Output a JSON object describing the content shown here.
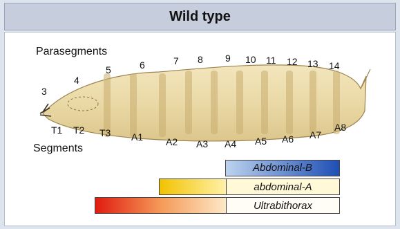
{
  "title": "Wild type",
  "labels": {
    "parasegments_heading": "Parasegments",
    "segments_heading": "Segments"
  },
  "parasegments": [
    "3",
    "4",
    "5",
    "6",
    "7",
    "8",
    "9",
    "10",
    "11",
    "12",
    "13",
    "14"
  ],
  "segments": [
    "T1",
    "T2",
    "T3",
    "A1",
    "A2",
    "A3",
    "A4",
    "A5",
    "A6",
    "A7",
    "A8"
  ],
  "genes": [
    {
      "name": "Abdominal-B",
      "color_start": "#bcd2ee",
      "color_end": "#1f4fb4"
    },
    {
      "name": "abdominal-A",
      "color_start": "#f2c200",
      "color_end": "#fff6bf"
    },
    {
      "name": "Ultrabithorax",
      "color_start": "#e01c10",
      "color_end": "#fde9c8"
    }
  ],
  "colors": {
    "background": "#dde4ee",
    "header": "#c6cede",
    "larva_body": "#ead9a6",
    "larva_band": "#c9ad70"
  }
}
